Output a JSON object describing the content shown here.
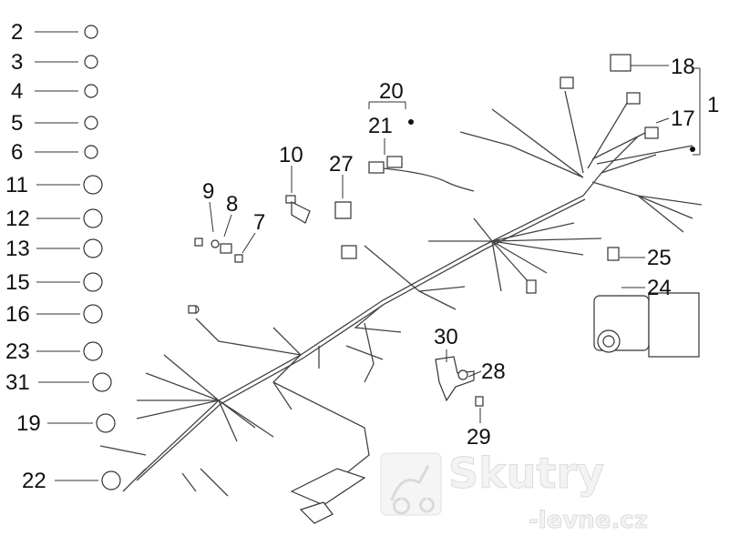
{
  "diagram": {
    "title": "Wiring harness exploded parts diagram",
    "part_labels": [
      "2",
      "3",
      "4",
      "5",
      "6",
      "11",
      "12",
      "13",
      "15",
      "16",
      "23",
      "31",
      "19",
      "22",
      "20",
      "21",
      "10",
      "27",
      "9",
      "8",
      "7",
      "18",
      "17",
      "1",
      "25",
      "24",
      "30",
      "28",
      "29"
    ]
  },
  "watermark": {
    "brand": "Skutry",
    "domain": "-levne.cz"
  },
  "colors": {
    "line": "#333333",
    "watermark": "#dcdcdc"
  }
}
